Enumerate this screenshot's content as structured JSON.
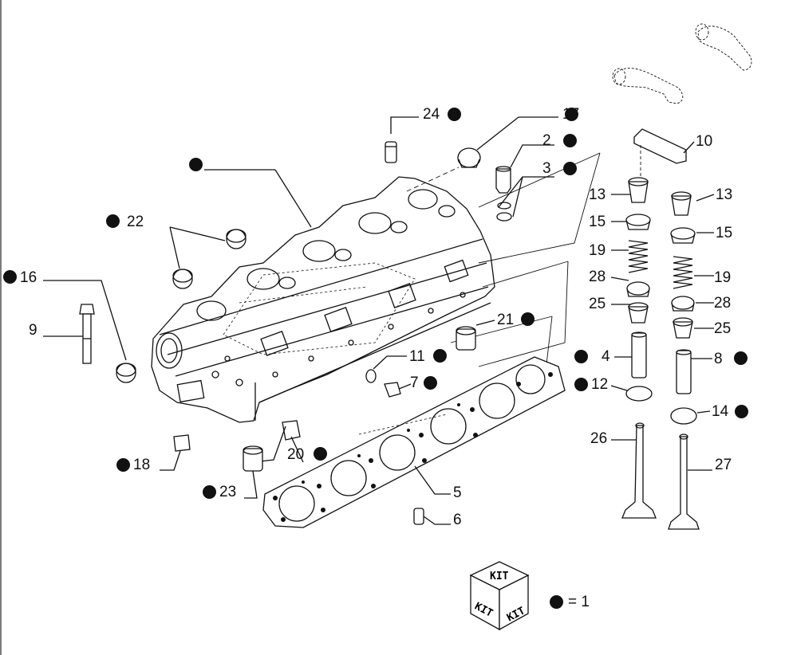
{
  "diagram": {
    "callouts": [
      {
        "id": "c24",
        "label": "24",
        "dot": true
      },
      {
        "id": "c17",
        "label": "17",
        "dot": true
      },
      {
        "id": "c2",
        "label": "2",
        "dot": true
      },
      {
        "id": "c3",
        "label": "3",
        "dot": true
      },
      {
        "id": "c10",
        "label": "10",
        "dot": false
      },
      {
        "id": "c13a",
        "label": "13",
        "dot": false
      },
      {
        "id": "c13b",
        "label": "13",
        "dot": false
      },
      {
        "id": "c15a",
        "label": "15",
        "dot": false
      },
      {
        "id": "c15b",
        "label": "15",
        "dot": false
      },
      {
        "id": "c19a",
        "label": "19",
        "dot": false
      },
      {
        "id": "c19b",
        "label": "19",
        "dot": false
      },
      {
        "id": "c28a",
        "label": "28",
        "dot": false
      },
      {
        "id": "c28b",
        "label": "28",
        "dot": false
      },
      {
        "id": "c25a",
        "label": "25",
        "dot": false
      },
      {
        "id": "c25b",
        "label": "25",
        "dot": false
      },
      {
        "id": "c4",
        "label": "4",
        "dot": true
      },
      {
        "id": "c8",
        "label": "8",
        "dot": true
      },
      {
        "id": "c12",
        "label": "12",
        "dot": true
      },
      {
        "id": "c14",
        "label": "14",
        "dot": true
      },
      {
        "id": "c26",
        "label": "26",
        "dot": false
      },
      {
        "id": "c27",
        "label": "27",
        "dot": false
      },
      {
        "id": "c22",
        "label": "22",
        "dot": true
      },
      {
        "id": "c16",
        "label": "16",
        "dot": true
      },
      {
        "id": "c9",
        "label": "9",
        "dot": false
      },
      {
        "id": "c21",
        "label": "21",
        "dot": true
      },
      {
        "id": "c11",
        "label": "11",
        "dot": true
      },
      {
        "id": "c7",
        "label": "7",
        "dot": true
      },
      {
        "id": "c5",
        "label": "5",
        "dot": false
      },
      {
        "id": "c6",
        "label": "6",
        "dot": false
      },
      {
        "id": "c20",
        "label": "20",
        "dot": true
      },
      {
        "id": "c18",
        "label": "18",
        "dot": true
      },
      {
        "id": "c23",
        "label": "23",
        "dot": true
      }
    ],
    "legend": {
      "kit_top": "KIT",
      "kit_left": "KIT",
      "kit_right": "KIT",
      "equals_text": "= 1"
    }
  }
}
